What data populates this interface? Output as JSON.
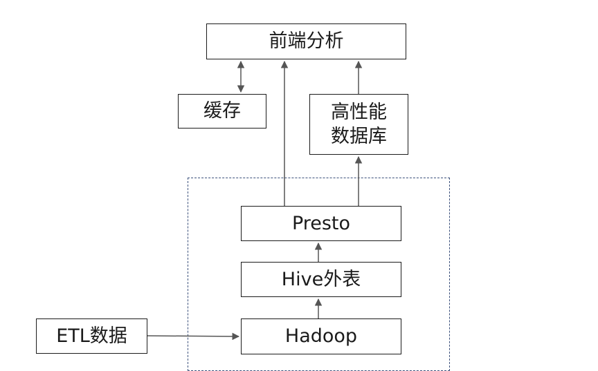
{
  "nodes": {
    "frontend": "前端分析",
    "cache": "缓存",
    "hpdb": "高性能\n数据库",
    "presto": "Presto",
    "hive": "Hive外表",
    "hadoop": "Hadoop",
    "etl": "ETL数据"
  },
  "colors": {
    "box_border": "#1a1a1a",
    "arrow": "#555555",
    "dashed_frame": "#3a4f7a"
  }
}
